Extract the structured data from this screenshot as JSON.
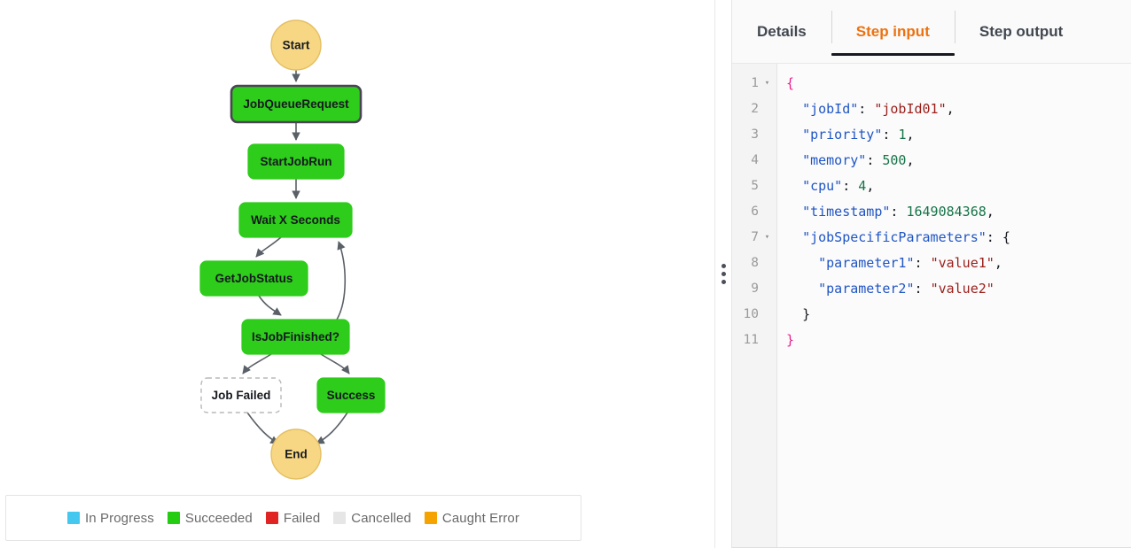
{
  "graph": {
    "nodes": [
      {
        "id": "start",
        "label": "Start",
        "shape": "circle",
        "state": "start-end",
        "selected": false
      },
      {
        "id": "jobqueuerequest",
        "label": "JobQueueRequest",
        "shape": "rect",
        "state": "succeeded",
        "selected": true
      },
      {
        "id": "startjobrun",
        "label": "StartJobRun",
        "shape": "rect",
        "state": "succeeded",
        "selected": false
      },
      {
        "id": "waitxseconds",
        "label": "Wait X Seconds",
        "shape": "rect",
        "state": "succeeded",
        "selected": false
      },
      {
        "id": "getjobstatus",
        "label": "GetJobStatus",
        "shape": "rect",
        "state": "succeeded",
        "selected": false
      },
      {
        "id": "isjobfinished",
        "label": "IsJobFinished?",
        "shape": "rect",
        "state": "succeeded",
        "selected": false
      },
      {
        "id": "jobfailed",
        "label": "Job Failed",
        "shape": "rect",
        "state": "not-run",
        "selected": false
      },
      {
        "id": "success",
        "label": "Success",
        "shape": "rect",
        "state": "succeeded",
        "selected": false
      },
      {
        "id": "end",
        "label": "End",
        "shape": "circle",
        "state": "start-end",
        "selected": false
      }
    ],
    "edges": [
      {
        "from": "start",
        "to": "jobqueuerequest"
      },
      {
        "from": "jobqueuerequest",
        "to": "startjobrun"
      },
      {
        "from": "startjobrun",
        "to": "waitxseconds"
      },
      {
        "from": "waitxseconds",
        "to": "getjobstatus"
      },
      {
        "from": "getjobstatus",
        "to": "isjobfinished"
      },
      {
        "from": "isjobfinished",
        "to": "waitxseconds"
      },
      {
        "from": "isjobfinished",
        "to": "jobfailed"
      },
      {
        "from": "isjobfinished",
        "to": "success"
      },
      {
        "from": "jobfailed",
        "to": "end"
      },
      {
        "from": "success",
        "to": "end"
      }
    ],
    "colors": {
      "succeeded": "#2ecc1b",
      "succeeded_border": "#2ecc1b",
      "selected_border": "#4a4454",
      "start_end_fill": "#f7d783",
      "start_end_border": "#e4bf63",
      "not_run_fill": "#ffffff",
      "not_run_border": "#b9b9b9",
      "edge": "#5a6067",
      "label": "#16191f"
    }
  },
  "legend": {
    "items": [
      {
        "label": "In Progress",
        "color": "#44c8f0"
      },
      {
        "label": "Succeeded",
        "color": "#24cc12"
      },
      {
        "label": "Failed",
        "color": "#e02424"
      },
      {
        "label": "Cancelled",
        "color": "#e6e6e6"
      },
      {
        "label": "Caught Error",
        "color": "#f5a300"
      }
    ]
  },
  "splitter": {
    "name": "drag-handle",
    "dots": 3
  },
  "detail_panel": {
    "tabs": [
      {
        "id": "details",
        "label": "Details",
        "active": false
      },
      {
        "id": "step-input",
        "label": "Step input",
        "active": true
      },
      {
        "id": "step-output",
        "label": "Step output",
        "active": false
      }
    ],
    "active_tab": "Step input",
    "accent_color": "#ec7211",
    "editor": {
      "language": "json",
      "line_count": 11,
      "lines": [
        {
          "n": 1,
          "fold": "▾",
          "tokens": [
            {
              "t": "{",
              "c": "brace-outer"
            }
          ]
        },
        {
          "n": 2,
          "fold": "",
          "tokens": [
            {
              "t": "  ",
              "c": "punct"
            },
            {
              "t": "\"jobId\"",
              "c": "key"
            },
            {
              "t": ": ",
              "c": "punct"
            },
            {
              "t": "\"jobId01\"",
              "c": "str"
            },
            {
              "t": ",",
              "c": "punct"
            }
          ]
        },
        {
          "n": 3,
          "fold": "",
          "tokens": [
            {
              "t": "  ",
              "c": "punct"
            },
            {
              "t": "\"priority\"",
              "c": "key"
            },
            {
              "t": ": ",
              "c": "punct"
            },
            {
              "t": "1",
              "c": "num"
            },
            {
              "t": ",",
              "c": "punct"
            }
          ]
        },
        {
          "n": 4,
          "fold": "",
          "tokens": [
            {
              "t": "  ",
              "c": "punct"
            },
            {
              "t": "\"memory\"",
              "c": "key"
            },
            {
              "t": ": ",
              "c": "punct"
            },
            {
              "t": "500",
              "c": "num"
            },
            {
              "t": ",",
              "c": "punct"
            }
          ]
        },
        {
          "n": 5,
          "fold": "",
          "tokens": [
            {
              "t": "  ",
              "c": "punct"
            },
            {
              "t": "\"cpu\"",
              "c": "key"
            },
            {
              "t": ": ",
              "c": "punct"
            },
            {
              "t": "4",
              "c": "num"
            },
            {
              "t": ",",
              "c": "punct"
            }
          ]
        },
        {
          "n": 6,
          "fold": "",
          "tokens": [
            {
              "t": "  ",
              "c": "punct"
            },
            {
              "t": "\"timestamp\"",
              "c": "key"
            },
            {
              "t": ": ",
              "c": "punct"
            },
            {
              "t": "1649084368",
              "c": "num"
            },
            {
              "t": ",",
              "c": "punct"
            }
          ]
        },
        {
          "n": 7,
          "fold": "▾",
          "tokens": [
            {
              "t": "  ",
              "c": "punct"
            },
            {
              "t": "\"jobSpecificParameters\"",
              "c": "key"
            },
            {
              "t": ": ",
              "c": "punct"
            },
            {
              "t": "{",
              "c": "brace"
            }
          ]
        },
        {
          "n": 8,
          "fold": "",
          "tokens": [
            {
              "t": "    ",
              "c": "punct"
            },
            {
              "t": "\"parameter1\"",
              "c": "key"
            },
            {
              "t": ": ",
              "c": "punct"
            },
            {
              "t": "\"value1\"",
              "c": "str"
            },
            {
              "t": ",",
              "c": "punct"
            }
          ]
        },
        {
          "n": 9,
          "fold": "",
          "tokens": [
            {
              "t": "    ",
              "c": "punct"
            },
            {
              "t": "\"parameter2\"",
              "c": "key"
            },
            {
              "t": ": ",
              "c": "punct"
            },
            {
              "t": "\"value2\"",
              "c": "str"
            }
          ]
        },
        {
          "n": 10,
          "fold": "",
          "tokens": [
            {
              "t": "  ",
              "c": "punct"
            },
            {
              "t": "}",
              "c": "brace"
            }
          ]
        },
        {
          "n": 11,
          "fold": "",
          "tokens": [
            {
              "t": "}",
              "c": "brace-outer"
            }
          ]
        }
      ],
      "raw_value": {
        "jobId": "jobId01",
        "priority": 1,
        "memory": 500,
        "cpu": 4,
        "timestamp": 1649084368,
        "jobSpecificParameters": {
          "parameter1": "value1",
          "parameter2": "value2"
        }
      }
    }
  }
}
